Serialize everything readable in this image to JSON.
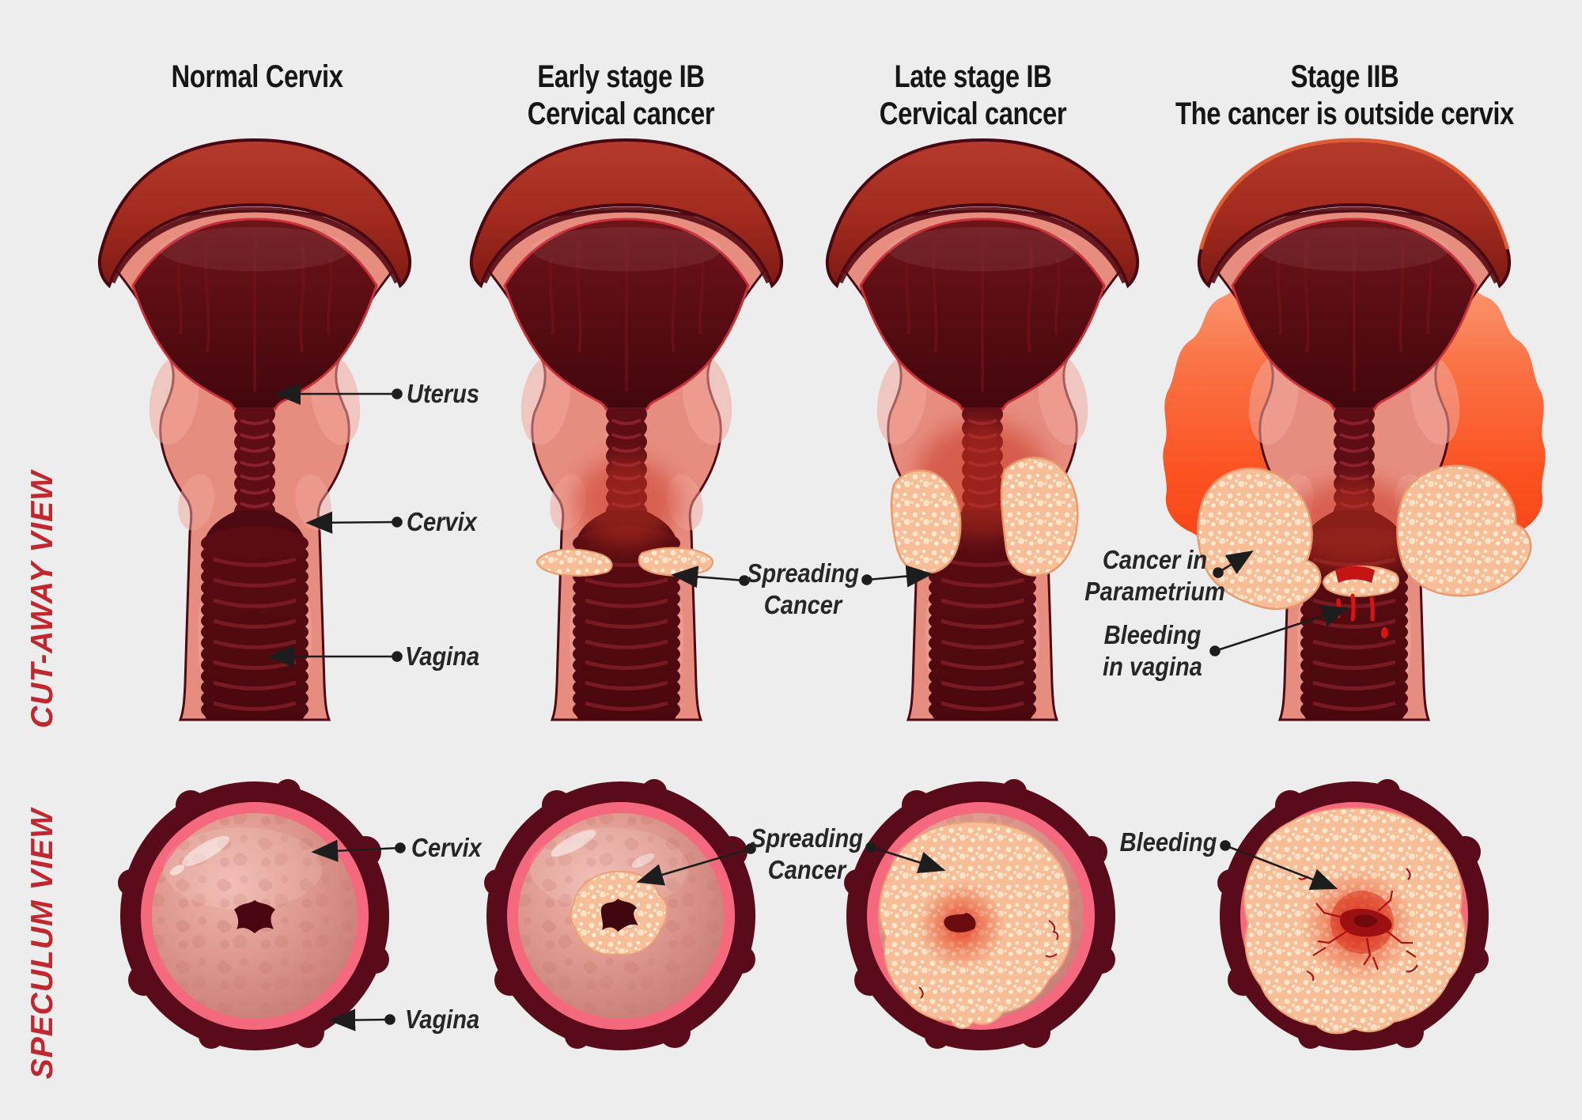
{
  "page": {
    "background": "#ededee"
  },
  "row_labels": {
    "cutaway": "CUT-AWAY VIEW",
    "speculum": "SPECULUM VIEW"
  },
  "column_titles": [
    {
      "line1": "Normal Cervix"
    },
    {
      "line1": "Early stage IB",
      "line2": "Cervical cancer"
    },
    {
      "line1": "Late stage IB",
      "line2": "Cervical cancer"
    },
    {
      "line1": "Stage IIB",
      "line2": "The cancer is outside cervix"
    }
  ],
  "annotations": {
    "cutaway": {
      "uterus": "Uterus",
      "cervix": "Cervix",
      "vagina": "Vagina",
      "spreading_cancer_line1": "Spreading",
      "spreading_cancer_line2": "Cancer",
      "cancer_in_parametrium_line1": "Cancer in",
      "cancer_in_parametrium_line2": "Parametrium",
      "bleeding_in_vagina_line1": "Bleeding",
      "bleeding_in_vagina_line2": "in vagina"
    },
    "speculum": {
      "cervix": "Cervix",
      "vagina": "Vagina",
      "spreading_cancer_line1": "Spreading",
      "spreading_cancer_line2": "Cancer",
      "bleeding": "Bleeding"
    }
  },
  "colors": {
    "background": "#ededee",
    "accent_red": "#c1272d",
    "title_text": "#161616",
    "label_text": "#262626",
    "leader_line": "#1d1d1d",
    "dome_red": "#a02a1e",
    "tissue_pink": "#e78d80",
    "cavity_maroon": "#540b11",
    "ring_maroon": "#5a0b19",
    "ring_pink": "#f5697e",
    "cervix_surface": "#df968c",
    "cancer_speckle_base": "#f7bd96",
    "parametrium_glow": "#fc4a17",
    "blood_red": "#d61616"
  }
}
